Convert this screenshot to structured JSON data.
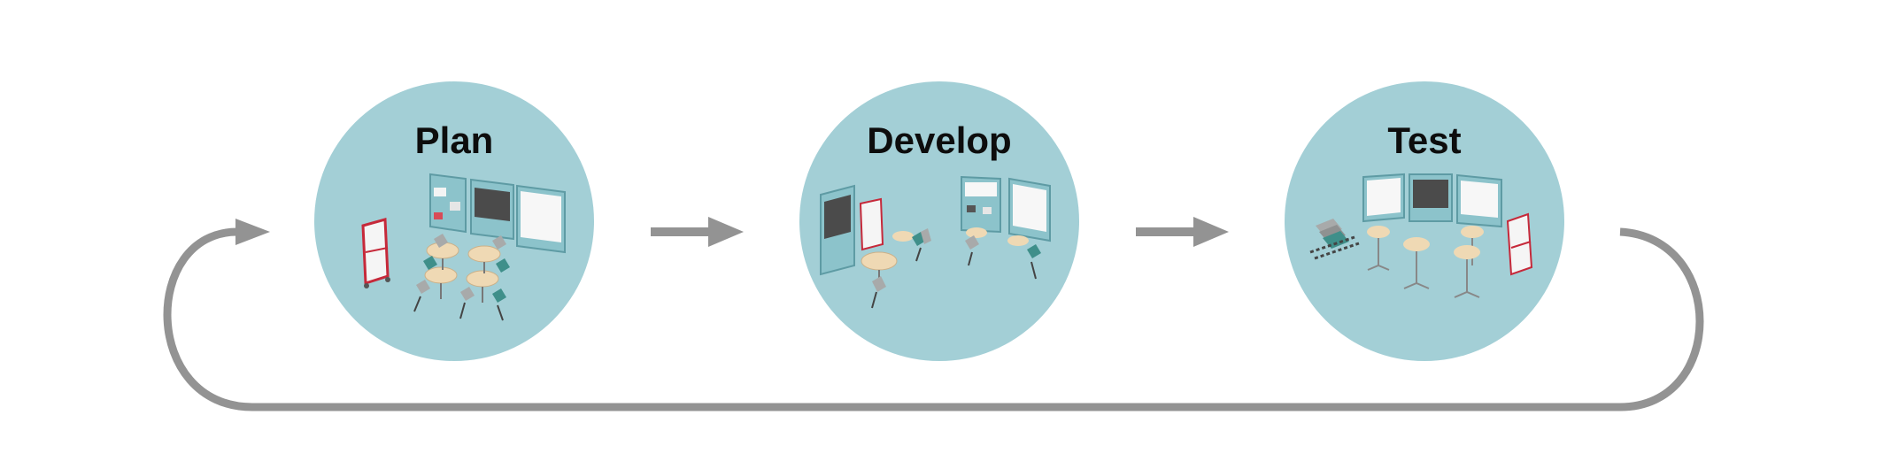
{
  "diagram": {
    "stages": [
      {
        "id": "plan",
        "title": "Plan"
      },
      {
        "id": "develop",
        "title": "Develop"
      },
      {
        "id": "test",
        "title": "Test"
      }
    ],
    "colors": {
      "circle": "#a3cfd6",
      "connector": "#939393",
      "furniture_teal": "#8cc3cb",
      "furniture_table": "#efd9b4",
      "screen": "#4b4b4b",
      "board": "#f7f7f7",
      "chair": "#a8aaaa",
      "accent_red": "#c6293a"
    },
    "icons": [
      "arrow-right-icon",
      "loop-arrow-icon",
      "classroom-furniture-illustration"
    ]
  }
}
